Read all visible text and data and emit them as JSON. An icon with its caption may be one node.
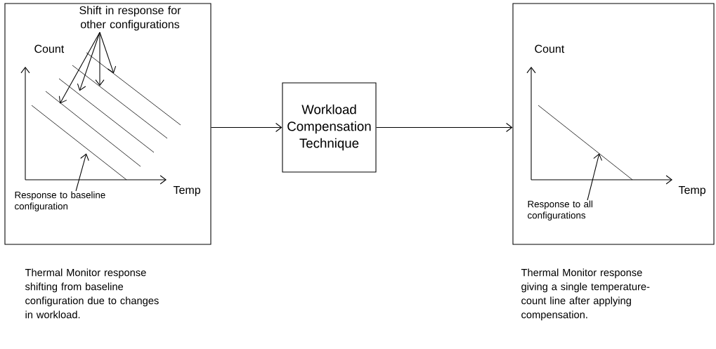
{
  "diagram": {
    "nodes": [
      {
        "text": [],
        "shape": "box",
        "beside": [
          "Thermal Monitor response shifting from baseline configuration due to changes in workload."
        ]
      },
      {
        "text": [],
        "shape": "line",
        "in": 0
      },
      {
        "text": [],
        "shape": "line",
        "in": 0
      },
      {
        "text": [],
        "shape": "line",
        "in": 0
      },
      {
        "text": [],
        "shape": "line",
        "in": 0
      },
      {
        "text": [],
        "shape": "line",
        "in": 0
      },
      {
        "text": [
          "Shift in response for other configurations"
        ],
        "in": 0
      },
      {
        "text": [
          "Response to baseline configuration"
        ],
        "in": 0
      },
      {
        "text": [
          "Workload Compensation Technique"
        ]
      },
      {
        "text": [],
        "shape": "box",
        "beside": [
          "Thermal Monitor response giving a single temperature-count line after applying compensation."
        ]
      },
      {
        "text": [],
        "shape": "line",
        "in": 9
      },
      {
        "text": [
          "Response to all configurations"
        ],
        "in": 9
      }
    ],
    "edges": [
      {
        "from": 6,
        "to": 2,
        "arrow": "to"
      },
      {
        "from": 6,
        "to": 3,
        "arrow": "to"
      },
      {
        "from": 6,
        "to": 4,
        "arrow": "to"
      },
      {
        "from": 6,
        "to": 5,
        "arrow": "to"
      },
      {
        "from": 7,
        "to": 1,
        "arrow": "to"
      },
      {
        "from": 0,
        "to": 8,
        "arrow": "to"
      },
      {
        "from": 8,
        "to": 9,
        "arrow": "to"
      },
      {
        "from": 11,
        "to": 10,
        "arrow": "to"
      }
    ],
    "labels": [
      "Count",
      "Temp",
      "Count",
      "Temp"
    ]
  }
}
